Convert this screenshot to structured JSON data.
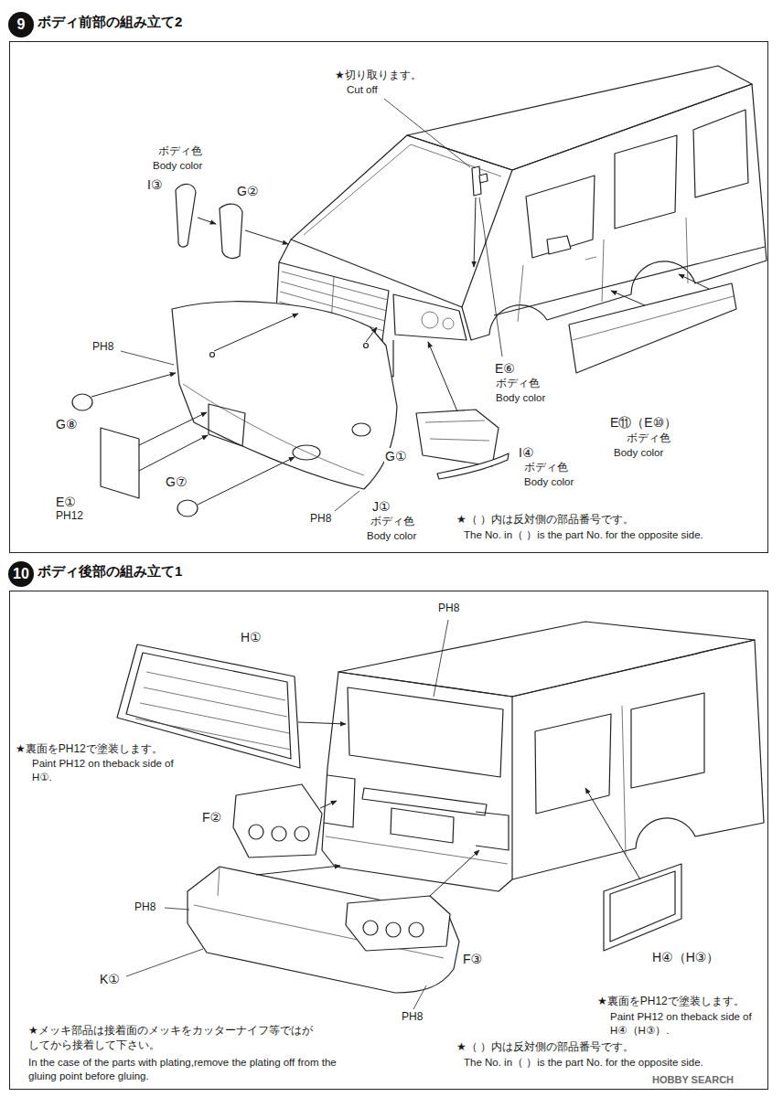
{
  "diagram": {
    "nodes": [
      {
        "text": [
          "9"
        ]
      },
      {
        "text": [
          "ボディ前部の組み立て2"
        ]
      },
      {
        "text": [
          "10"
        ]
      },
      {
        "text": [
          "ボディ後部の組み立て1"
        ]
      }
    ],
    "labels": [
      "★切り取ります。",
      "Cut off",
      "ボディ色",
      "Body color",
      "I③",
      "G②",
      "PH8",
      "G⑧",
      "E①",
      "PH12",
      "G⑦",
      "PH8",
      "J①",
      "ボディ色",
      "Body color",
      "G①",
      "I④",
      "ボディ色",
      "Body color",
      "E⑥",
      "ボディ色",
      "Body color",
      "E⑪（E⑩）",
      "ボディ色",
      "Body color",
      "★（ ）内は反対側の部品番号です。",
      "The No. in（ ）is the part No. for the opposite side.",
      "H①",
      "PH8",
      "★裏面をPH12で塗装します。",
      "Paint PH12 on theback side of H①.",
      "F②",
      "PH8",
      "F③",
      "K①",
      "PH8",
      "H④（H③）",
      "★裏面をPH12で塗装します。",
      "Paint PH12 on theback side of H④（H③）.",
      "★メッキ部品は接着面のメッキをカッターナイフ等ではがしてから接着して下さい。",
      "In the case of the parts with plating,remove the plating off from the gluing point before gluing.",
      "★（ ）内は反対側の部品番号です。",
      "The No. in（ ）is the part No. for the opposite side.",
      "HOBBY SEARCH"
    ]
  }
}
